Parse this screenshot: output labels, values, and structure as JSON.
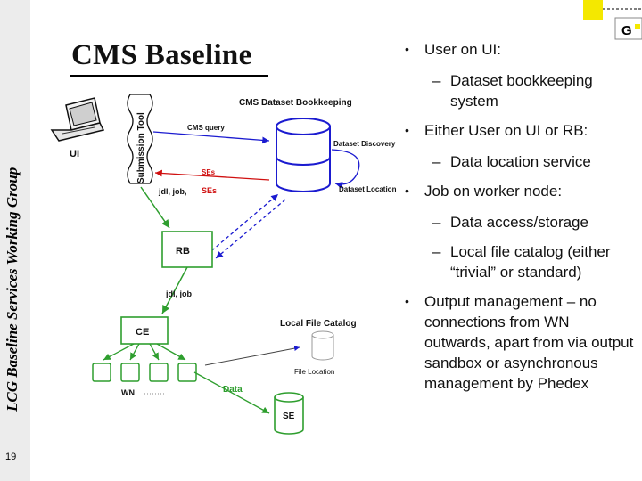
{
  "sidebar": {
    "title": "LCG Baseline Services Working Group",
    "slide_number": "19"
  },
  "logo": {
    "letter": "G"
  },
  "slide": {
    "title": "CMS Baseline"
  },
  "diagram": {
    "ui_label": "UI",
    "submission_tool": "Submission Tool",
    "bookkeeping_label": "CMS Dataset Bookkeeping",
    "cms_query": "CMS query",
    "ses_return": "SEs",
    "dataset_discovery": "Dataset Discovery",
    "dataset_location": "Dataset Location",
    "jdl_job_ses": "jdl, job,",
    "ses_red": "SEs",
    "rb_label": "RB",
    "jdl_job": "jdl, job",
    "ce_label": "CE",
    "local_file_catalog": "Local File Catalog",
    "file_location": "File Location",
    "wn_label": "WN",
    "data_label": "Data",
    "se_label": "SE",
    "colors": {
      "green": "#2e9e2e",
      "blue": "#1b1bd0",
      "red": "#d01010"
    }
  },
  "bullets": [
    {
      "text": "User on UI:",
      "sub": [
        "Dataset bookkeeping system"
      ]
    },
    {
      "text": "Either User on UI or RB:",
      "sub": [
        "Data location service"
      ]
    },
    {
      "text": "Job on worker node:",
      "sub": [
        "Data access/storage",
        "Local file catalog (either “trivial” or standard)"
      ]
    },
    {
      "text": "Output management – no connections from WN outwards, apart from via output sandbox or asynchronous management by Phedex",
      "sub": []
    }
  ]
}
